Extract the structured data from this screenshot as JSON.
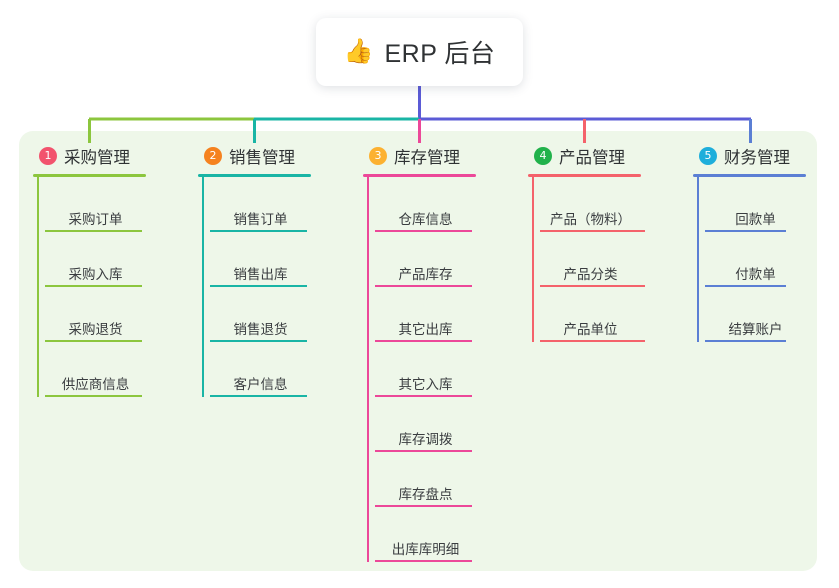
{
  "root": {
    "emoji": "👍",
    "emoji_name": "thumbs-up-emoji",
    "title": "ERP 后台"
  },
  "theme": {
    "panel_bg": "#eef7e9",
    "page_bg": "#ffffff",
    "text": "#2f3234",
    "bus_left": "#8cc63e",
    "bus_mid": "#19b5a5",
    "bus_right": "#5b5bd6"
  },
  "columns": [
    {
      "index": "1",
      "badge_color": "#f2536d",
      "line_color": "#8cc63e",
      "title": "采购管理",
      "items": [
        "采购订单",
        "采购入库",
        "采购退货",
        "供应商信息"
      ]
    },
    {
      "index": "2",
      "badge_color": "#f5821f",
      "line_color": "#19b5a5",
      "title": "销售管理",
      "items": [
        "销售订单",
        "销售出库",
        "销售退货",
        "客户信息"
      ]
    },
    {
      "index": "3",
      "badge_color": "#fcb131",
      "line_color": "#ec4899",
      "title": "库存管理",
      "items": [
        "仓库信息",
        "产品库存",
        "其它出库",
        "其它入库",
        "库存调拨",
        "库存盘点",
        "出库库明细"
      ]
    },
    {
      "index": "4",
      "badge_color": "#21b24b",
      "line_color": "#f4626b",
      "title": "产品管理",
      "items": [
        "产品（物料）",
        "产品分类",
        "产品单位"
      ]
    },
    {
      "index": "5",
      "badge_color": "#1eaedb",
      "line_color": "#5b7fd4",
      "title": "财务管理",
      "items": [
        "回款单",
        "付款单",
        "结算账户"
      ]
    }
  ],
  "layout": {
    "column_x": [
      33,
      198,
      363,
      528,
      693
    ],
    "column_rule_width": [
      113,
      113,
      113,
      113,
      113
    ],
    "item_rule_width": [
      97,
      97,
      97,
      105,
      81
    ]
  }
}
